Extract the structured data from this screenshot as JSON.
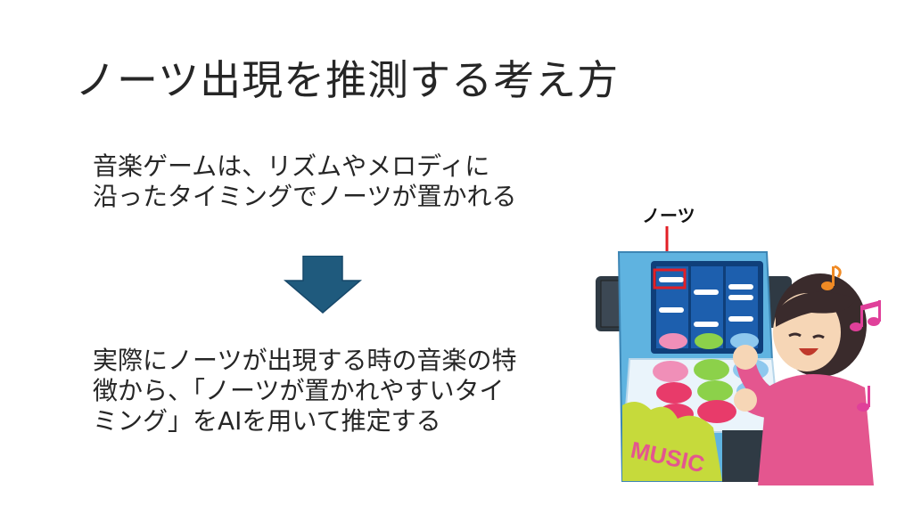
{
  "slide": {
    "title": "ノーツ出現を推測する考え方",
    "paragraph1": "音楽ゲームは、リズムやメロディに\n沿ったタイミングでノーツが置かれる",
    "paragraph2": "実際にノーツが出現する時の音楽の特\n徴から、「ノーツが置かれやすいタイ\nミング」をAIを用いて推定する",
    "notes_label": "ノーツ",
    "machine_text": "MUSIC"
  },
  "colors": {
    "arrow": "#1f5a7d",
    "highlight": "#e21f26",
    "machine_body": "#5fb3e0",
    "screen": "#1d5fae",
    "skin": "#f6d6b6",
    "shirt": "#e4568f",
    "hair": "#3a2b2c",
    "music_note": "#e0409a"
  },
  "icons": [
    "down-arrow-icon",
    "music-note-icon",
    "arcade-machine-illustration",
    "girl-illustration"
  ]
}
